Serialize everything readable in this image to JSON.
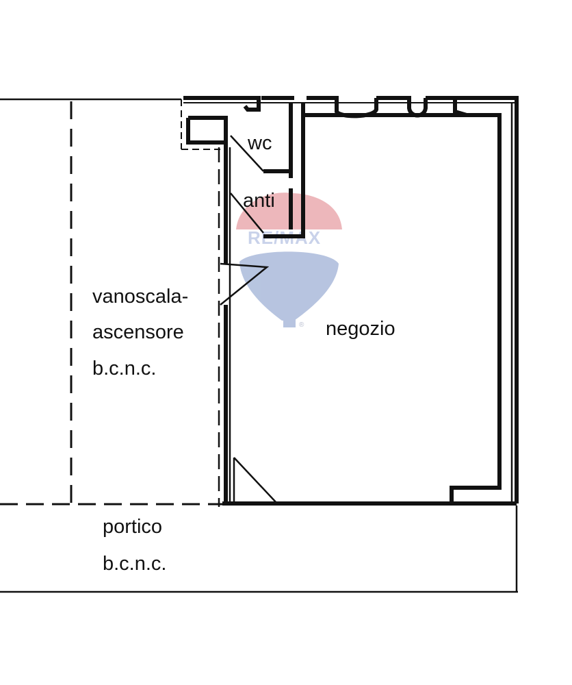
{
  "floorplan": {
    "rooms": {
      "wc": "wc",
      "anti": "anti",
      "negozio": "negozio",
      "vanoscala": [
        "vanoscala-",
        "ascensore",
        "b.c.n.c."
      ],
      "portico": [
        "portico",
        "b.c.n.c."
      ]
    },
    "watermark": {
      "text": "RE/MAX",
      "registered": "®",
      "colors": {
        "red": "#e8a0a5",
        "blue": "#9fb1d6"
      }
    },
    "colors": {
      "wall": "#111111",
      "paper": "#ffffff"
    }
  }
}
